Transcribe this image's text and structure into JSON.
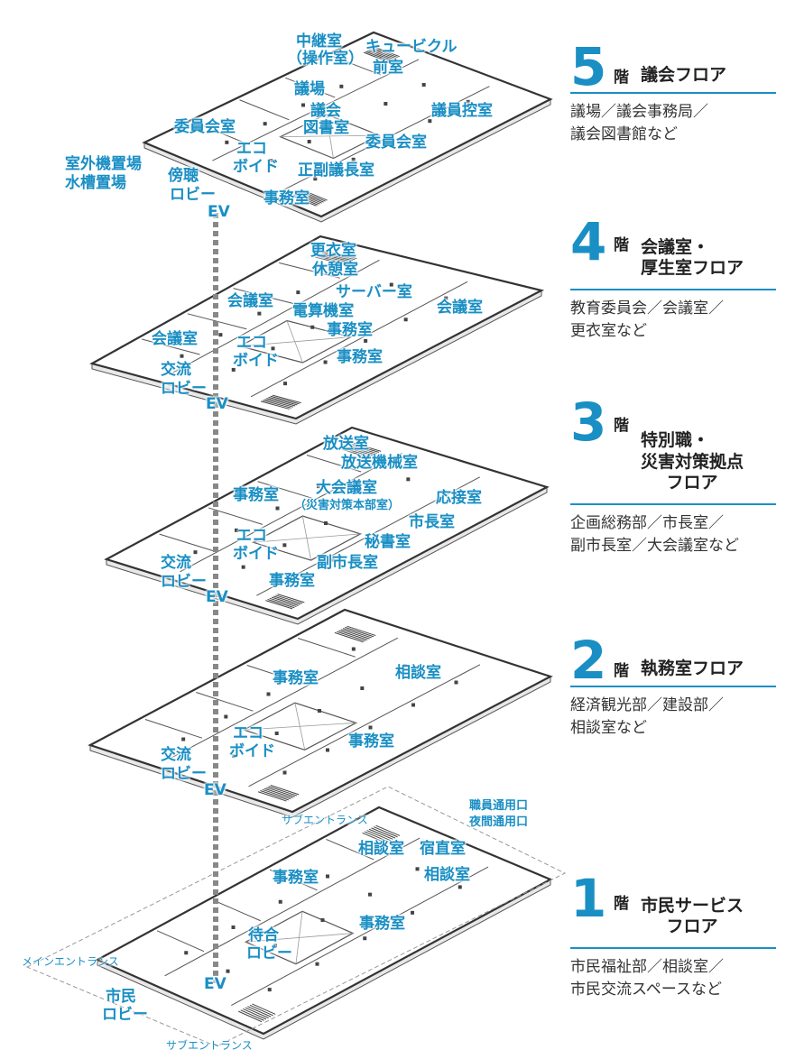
{
  "floors": [
    {
      "num": "5",
      "kai": "階",
      "title_lines": [
        "議会フロア"
      ],
      "desc_lines": [
        "議場／議会事務局／",
        "議会図書館など"
      ]
    },
    {
      "num": "4",
      "kai": "階",
      "title_lines": [
        "会議室・",
        "厚生室フロア"
      ],
      "desc_lines": [
        "教育委員会／会議室／",
        "更衣室など"
      ]
    },
    {
      "num": "3",
      "kai": "階",
      "title_lines": [
        "特別職・",
        "災害対策拠点",
        "フロア"
      ],
      "desc_lines": [
        "企画総務部／市長室／",
        "副市長室／大会議室など"
      ]
    },
    {
      "num": "2",
      "kai": "階",
      "title_lines": [
        "執務室フロア"
      ],
      "desc_lines": [
        "経済観光部／建設部／",
        "相談室など"
      ]
    },
    {
      "num": "1",
      "kai": "階",
      "title_lines": [
        "市民サービス",
        "フロア"
      ],
      "desc_lines": [
        "市民福祉部／相談室／",
        "市民交流スペースなど"
      ]
    }
  ],
  "rooms": {
    "f5": {
      "chukei": "中継室",
      "sosa": "（操作室）",
      "cubicle": "キュービクル",
      "mae": "前室",
      "gijo": "議場",
      "gikai": "議会",
      "toshoshitsu": "図書室",
      "giin_hikae": "議員控室",
      "iinkai_left": "委員会室",
      "iinkai_right": "委員会室",
      "eco": "エコ",
      "void": "ボイド",
      "seifuku": "正副議長室",
      "jimu": "事務室",
      "shitsugai": "室外機置場",
      "suiso": "水槽置場",
      "bocho": "傍聴",
      "lobby": "ロビー",
      "ev": "EV"
    },
    "f4": {
      "koui": "更衣室",
      "kyukei": "休憩室",
      "server": "サーバー室",
      "kaigi_a": "会議室",
      "kaigi_b": "会議室",
      "kaigi_c": "会議室",
      "densan": "電算機室",
      "jimu_a": "事務室",
      "jimu_b": "事務室",
      "eco": "エコ",
      "void": "ボイド",
      "koryu": "交流",
      "lobby": "ロビー",
      "ev": "EV"
    },
    "f3": {
      "hoso": "放送室",
      "hoso_kikai": "放送機械室",
      "jimu_a": "事務室",
      "daikaigi": "大会議室",
      "saigai": "（災害対策本部室）",
      "osetsu": "応接室",
      "shicho": "市長室",
      "hisho": "秘書室",
      "fukushicho": "副市長室",
      "eco": "エコ",
      "void": "ボイド",
      "jimu_b": "事務室",
      "koryu": "交流",
      "lobby": "ロビー",
      "ev": "EV"
    },
    "f2": {
      "jimu_a": "事務室",
      "sodan": "相談室",
      "eco": "エコ",
      "void": "ボイド",
      "jimu_b": "事務室",
      "koryu": "交流",
      "lobby": "ロビー",
      "ev": "EV"
    },
    "f1": {
      "sub_ent_top": "サブエントランス",
      "shokuin": "職員通用口",
      "yakan": "夜間通用口",
      "sodan_a": "相談室",
      "shukuchoku": "宿直室",
      "sodan_b": "相談室",
      "jimu_a": "事務室",
      "jimu_b": "事務室",
      "machiai": "待合",
      "lobby": "ロビー",
      "main_ent": "メインエントランス",
      "shimin": "市民",
      "shimin_lobby": "ロビー",
      "ev": "EV",
      "sub_ent_bottom": "サブエントランス"
    }
  },
  "colors": {
    "accent": "#1a8fc4",
    "line": "#555555",
    "ev_shaft": "#888888"
  }
}
